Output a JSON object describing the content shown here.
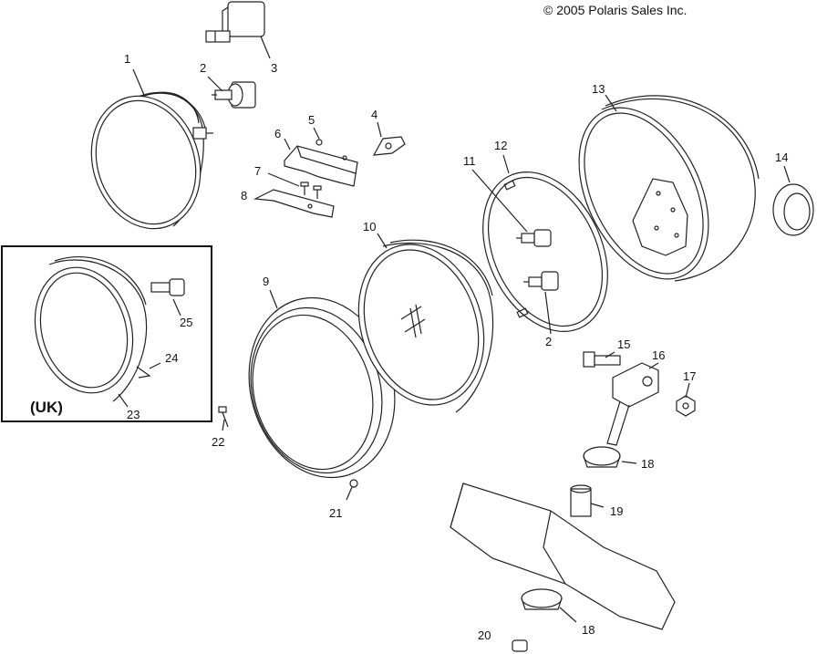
{
  "copyright": "© 2005 Polaris Sales Inc.",
  "uk_label": "(UK)",
  "callouts": {
    "c1": "1",
    "c2a": "2",
    "c2b": "2",
    "c3": "3",
    "c4": "4",
    "c5": "5",
    "c6": "6",
    "c7": "7",
    "c8": "8",
    "c9": "9",
    "c10": "10",
    "c11": "11",
    "c12": "12",
    "c13": "13",
    "c14": "14",
    "c15": "15",
    "c16": "16",
    "c17": "17",
    "c18a": "18",
    "c18b": "18",
    "c19": "19",
    "c20": "20",
    "c21": "21",
    "c22": "22",
    "c23": "23",
    "c24": "24",
    "c25": "25"
  }
}
